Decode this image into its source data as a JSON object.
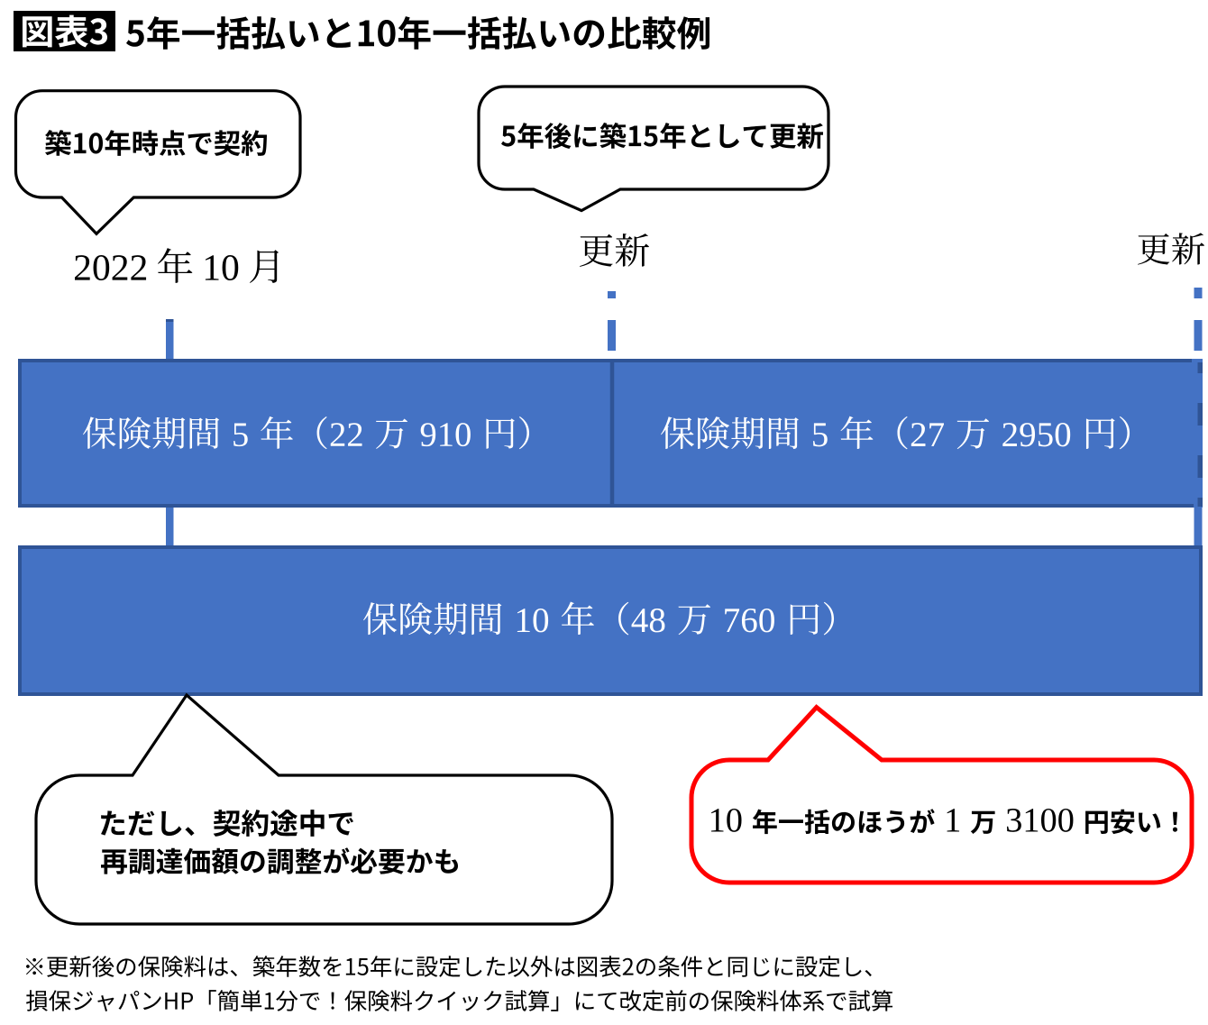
{
  "header": {
    "badge": "図表3",
    "title": "5年一括払いと10年一括払いの比較例"
  },
  "callouts": {
    "contract": {
      "text": "築10年時点で契約"
    },
    "renewal": {
      "text": "5年後に築15年として更新"
    },
    "caution": {
      "line1": "ただし、契約途中で",
      "line2": "再調達価額の調整が必要かも"
    },
    "savings": {
      "text": "10 年一括のほうが 1 万 3100 円安い！",
      "savings_yen": 13100
    }
  },
  "timeline": {
    "start_label": "2022 年 10 月",
    "renewal_mid": "更新",
    "renewal_right": "更新"
  },
  "bars": {
    "five_year_terms": [
      {
        "label": "保険期間 5 年（22 万 910 円）",
        "term_years": 5,
        "premium_yen": 220910
      },
      {
        "label": "保険期間 5 年（27 万 2950 円）",
        "term_years": 5,
        "premium_yen": 272950
      }
    ],
    "ten_year": {
      "label": "保険期間 10 年（48 万 760 円）",
      "term_years": 10,
      "premium_yen": 480760
    }
  },
  "footnote": {
    "line1": "※更新後の保険料は、築年数を15年に設定した以外は図表2の条件と同じに設定し、",
    "line2": "損保ジャパンHP「簡単1分で！保険料クイック試算」にて改定前の保険料体系で試算"
  },
  "colors": {
    "bar_fill": "#4472C4",
    "bar_border": "#2F5496",
    "callout_stroke": "#000000",
    "savings_stroke": "#FF0000",
    "ink": "#000000",
    "paper": "#FFFFFF"
  }
}
